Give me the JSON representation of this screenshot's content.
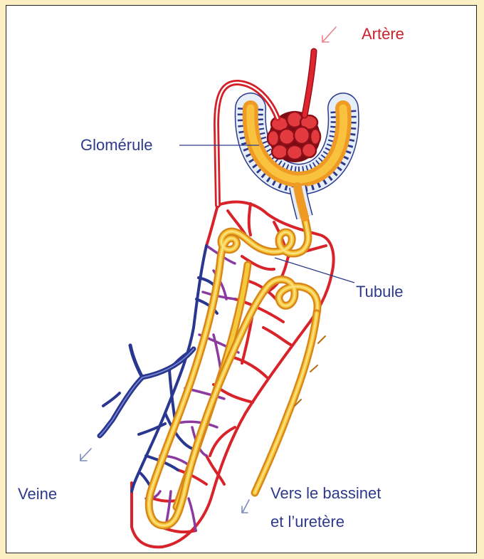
{
  "labels": {
    "artere": "Artère",
    "glomerule": "Glomérule",
    "tubule": "Tubule",
    "veine": "Veine",
    "bassinet_line1": "Vers le bassinet",
    "bassinet_line2": "et l’uretère"
  },
  "colors": {
    "artery": "#d8232a",
    "vein": "#2a3790",
    "capillary_mixed": "#8b3aa0",
    "tubule": "#f6c83c",
    "capsule": "#e6eef9",
    "label_text": "#2d3a8c",
    "artery_label": "#c8232c",
    "frame": "#fcefc4"
  }
}
